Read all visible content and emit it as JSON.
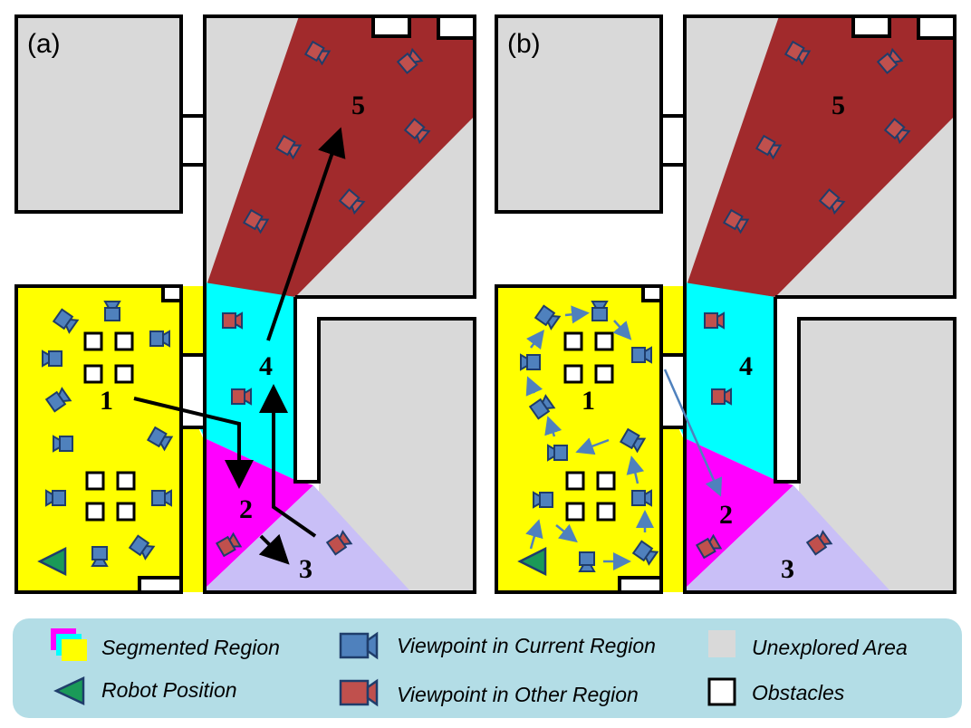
{
  "panels": [
    {
      "label": "(a)",
      "region_labels": [
        "1",
        "2",
        "3",
        "4",
        "5"
      ],
      "path_style": "region-order traversal (black arrows)"
    },
    {
      "label": "(b)",
      "region_labels": [
        "1",
        "2",
        "3",
        "4",
        "5"
      ],
      "path_style": "viewpoint traversal inside region 1 (blue arrows)"
    }
  ],
  "legend": {
    "segmented_region": "Segmented Region",
    "robot_position": "Robot Position",
    "viewpoint_current": "Viewpoint in Current Region",
    "viewpoint_other": "Viewpoint in Other Region",
    "unexplored_area": "Unexplored Area",
    "obstacles": "Obstacles"
  },
  "colors": {
    "region_1": "#ffff00",
    "region_2": "#ff00ff",
    "region_3": "#c9bff7",
    "region_4": "#00ffff",
    "region_5": "#a12a2c",
    "unexplored": "#d9d9d9",
    "viewpoint_current": "#4f81bd",
    "viewpoint_other": "#c0504d",
    "robot": "#1a9a58",
    "legend_background": "#b3dde6",
    "path_arrow_a": "#000000",
    "path_arrow_b": "#4f81bd"
  },
  "icons": {
    "viewpoint": "camera-icon",
    "robot": "triangle-icon",
    "obstacle": "square-icon"
  }
}
